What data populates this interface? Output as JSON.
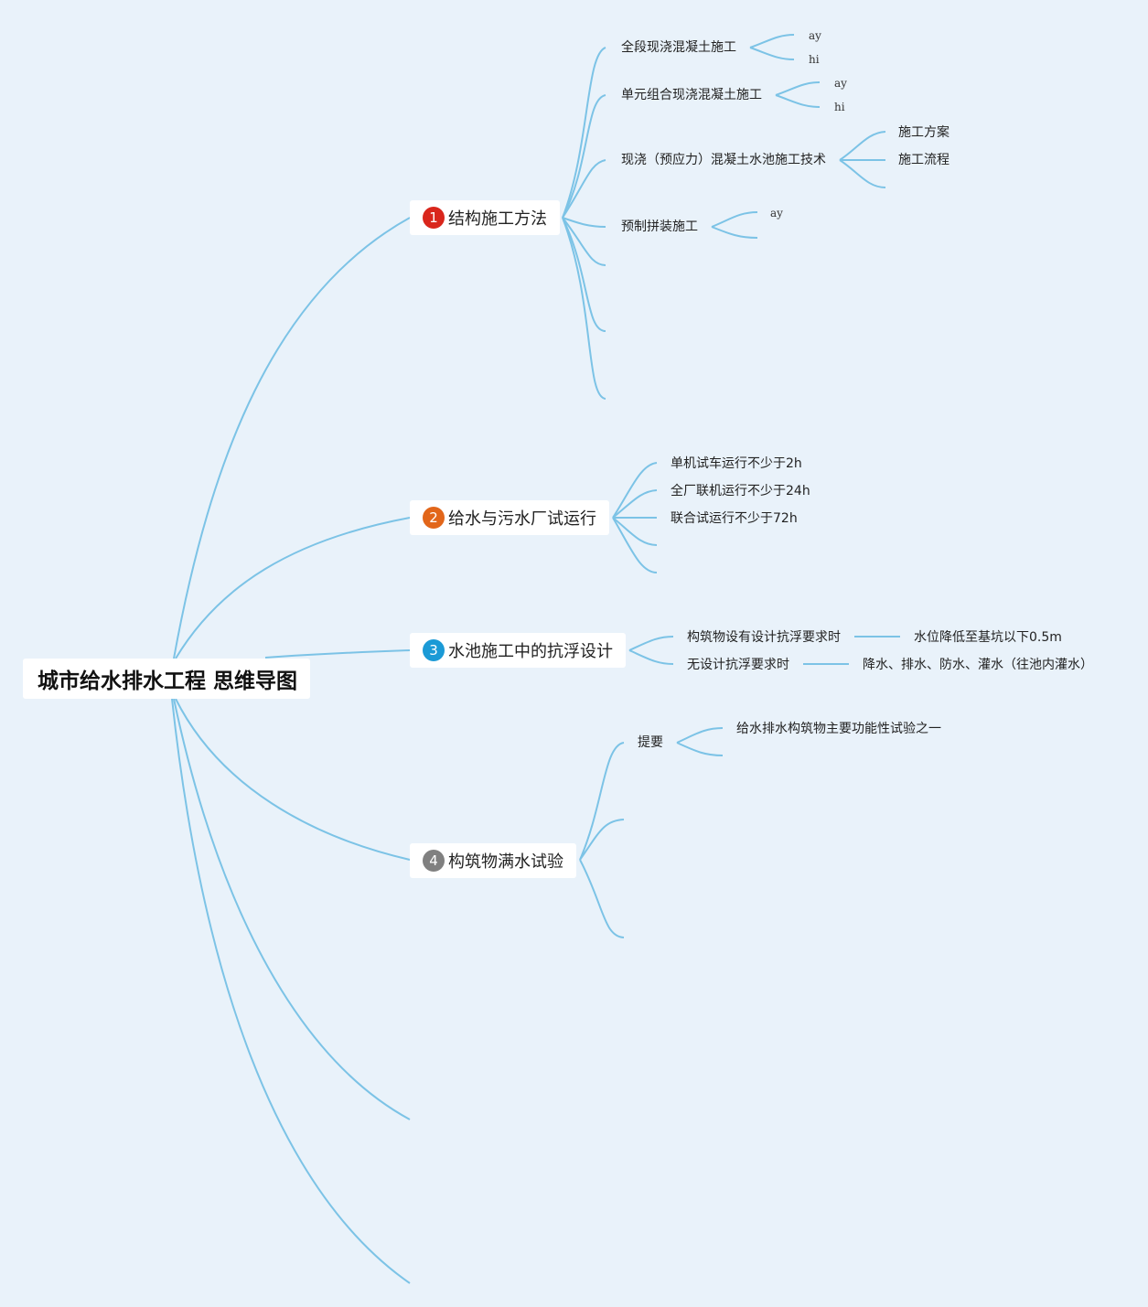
{
  "root": {
    "title": "城市给水排水工程 思维导图"
  },
  "colors": {
    "line": "#7cc3e6",
    "background": "#e9f2fa",
    "badge1": "#d9261c",
    "badge2": "#e2661a",
    "badge3": "#1b9ad6",
    "badge4": "#808080"
  },
  "branches": [
    {
      "num": "1",
      "label": "结构施工方法",
      "children": [
        {
          "label": "全段现浇混凝土施工",
          "children": [
            "ay",
            "hi"
          ]
        },
        {
          "label": "单元组合现浇混凝土施工",
          "children": [
            "ay",
            "hi"
          ]
        },
        {
          "label": "现浇（预应力）混凝土水池施工技术",
          "children": [
            "施工方案",
            "施工流程"
          ]
        },
        {
          "label": "预制拼装施工",
          "children": [
            "ay"
          ]
        }
      ]
    },
    {
      "num": "2",
      "label": "给水与污水厂试运行",
      "children": [
        {
          "label": "单机试车运行不少于2h"
        },
        {
          "label": "全厂联机运行不少于24h"
        },
        {
          "label": "联合试运行不少于72h"
        }
      ]
    },
    {
      "num": "3",
      "label": "水池施工中的抗浮设计",
      "children": [
        {
          "label": "构筑物设有设计抗浮要求时",
          "children": [
            "水位降低至基坑以下0.5m"
          ]
        },
        {
          "label": "无设计抗浮要求时",
          "children": [
            "降水、排水、防水、灌水（往池内灌水）"
          ]
        }
      ]
    },
    {
      "num": "4",
      "label": "构筑物满水试验",
      "children": [
        {
          "label": "提要",
          "children": [
            "给水排水构筑物主要功能性试验之一"
          ]
        }
      ]
    }
  ]
}
